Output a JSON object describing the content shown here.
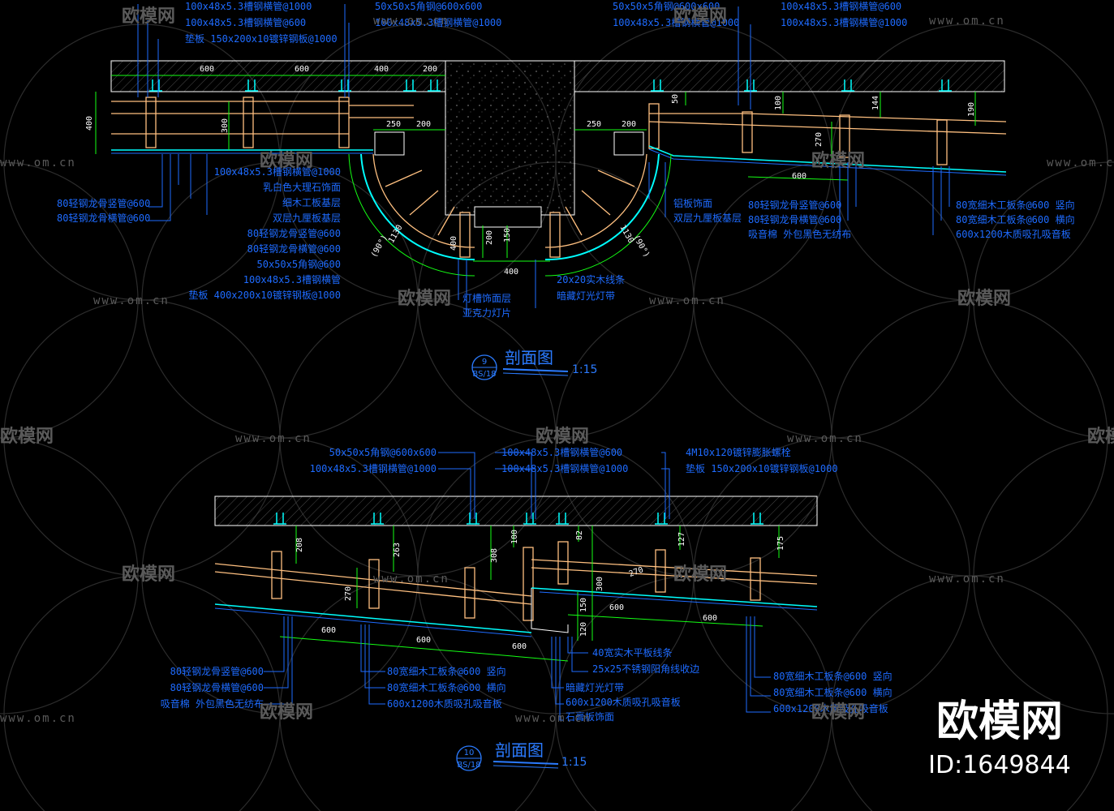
{
  "sections": {
    "top": {
      "title": "剖面图",
      "scale": "1:15",
      "number": "9",
      "sheet": "BS/18"
    },
    "bottom": {
      "title": "剖面图",
      "scale": "1:15",
      "number": "10",
      "sheet": "BS/18"
    }
  },
  "top_annotations": {
    "upper_left": [
      "100x48x5.3槽钢横管@1000",
      "100x48x5.3槽钢横管@600",
      "垫板 150x200x10镀锌钢板@1000"
    ],
    "upper_mid": [
      "50x50x5角钢@600x600",
      "100x48x5.3槽钢横管@1000"
    ],
    "upper_right_a": [
      "50x50x5角钢@600x600",
      "100x48x5.3槽钢横管@1000"
    ],
    "upper_right_b": [
      "100x48x5.3槽钢横管@600",
      "100x48x5.3槽钢横管@1000"
    ],
    "left_lower": [
      "100x48x5.3槽钢横管@1000",
      "乳白色大理石饰面",
      "细木工板基层",
      "双层九厘板基层",
      "80轻钢龙骨竖管@600",
      "80轻钢龙骨横管@600",
      "50x50x5角钢@600",
      "100x48x5.3槽钢横管",
      "垫板 400x200x10镀锌钢板@1000"
    ],
    "left_far": [
      "80轻钢龙骨竖管@600",
      "80轻钢龙骨横管@600"
    ],
    "center_lower": [
      "灯槽饰面层",
      "亚克力灯片",
      "20x20实木线条",
      "暗藏灯光灯带"
    ],
    "right_mid": [
      "铝板饰面",
      "双层九厘板基层"
    ],
    "right_lower_a": [
      "80轻钢龙骨竖管@600",
      "80轻钢龙骨横管@600",
      "吸音棉 外包黑色无纺布"
    ],
    "right_lower_b": [
      "80宽细木工板条@600 竖向",
      "80宽细木工板条@600 横向",
      "600x1200木质吸孔吸音板"
    ]
  },
  "top_dimensions": [
    "600",
    "600",
    "400",
    "200",
    "250",
    "200",
    "250",
    "200",
    "400",
    "300",
    "600",
    "100",
    "144",
    "190",
    "270",
    "1130",
    "1130",
    "(90°)",
    "(90°)",
    "200",
    "150",
    "400",
    "50"
  ],
  "bottom_annotations": {
    "upper_left": [
      "50x50x5角钢@600x600",
      "100x48x5.3槽钢横管@1000"
    ],
    "upper_mid": [
      "100x48x5.3槽钢横管@600",
      "100x48x5.3槽钢横管@1000"
    ],
    "upper_right": [
      "4M10x120镀锌膨胀螺栓",
      "垫板 150x200x10镀锌钢板@1000"
    ],
    "lower_left": [
      "80轻钢龙骨竖管@600",
      "80轻钢龙骨横管@600",
      "吸音棉 外包黑色无纺布"
    ],
    "lower_mid": [
      "80宽细木工板条@600 竖向",
      "80宽细木工板条@600 横向",
      "600x1200木质吸孔吸音板"
    ],
    "lower_center": [
      "40宽实木平板线条",
      "25x25不锈钢阳角线收边",
      "暗藏灯光灯带",
      "600x1200木质吸孔吸音板",
      "石膏板饰面"
    ],
    "lower_right": [
      "80宽细木工板条@600 竖向",
      "80宽细木工板条@600 横向",
      "600x1200木质吸孔吸音板"
    ]
  },
  "bottom_dimensions": [
    "208",
    "263",
    "308",
    "100",
    "82",
    "127",
    "175",
    "270",
    "270",
    "150",
    "120",
    "300",
    "600",
    "600",
    "600",
    "600",
    "600"
  ],
  "watermark": {
    "text": "欧模网",
    "url": "www.om.cn"
  },
  "brand": {
    "name": "欧模网",
    "id": "ID:1649844"
  },
  "colors": {
    "background": "#000000",
    "annotation": "#1e6bff",
    "wall_line": "#ffffff",
    "dimension": "#14ff14",
    "timber": "#ffc080",
    "anchor": "#00ffff",
    "watermark": "#5a5a5a"
  }
}
